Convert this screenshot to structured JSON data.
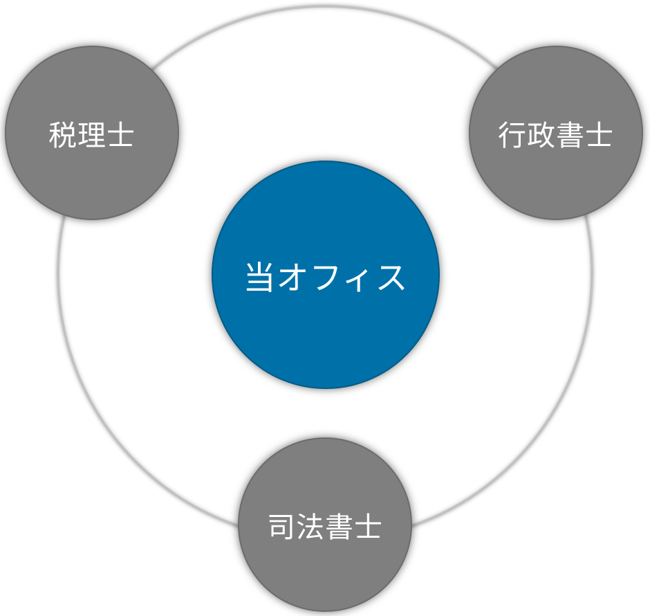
{
  "diagram": {
    "center": {
      "label": "当オフィス",
      "color": "#0071a8"
    },
    "partners": [
      {
        "label": "税理士",
        "color": "#7f7f7f"
      },
      {
        "label": "行政書士",
        "color": "#7f7f7f"
      },
      {
        "label": "司法書士",
        "color": "#7f7f7f"
      }
    ],
    "ring_color": "#c2c2c2"
  }
}
